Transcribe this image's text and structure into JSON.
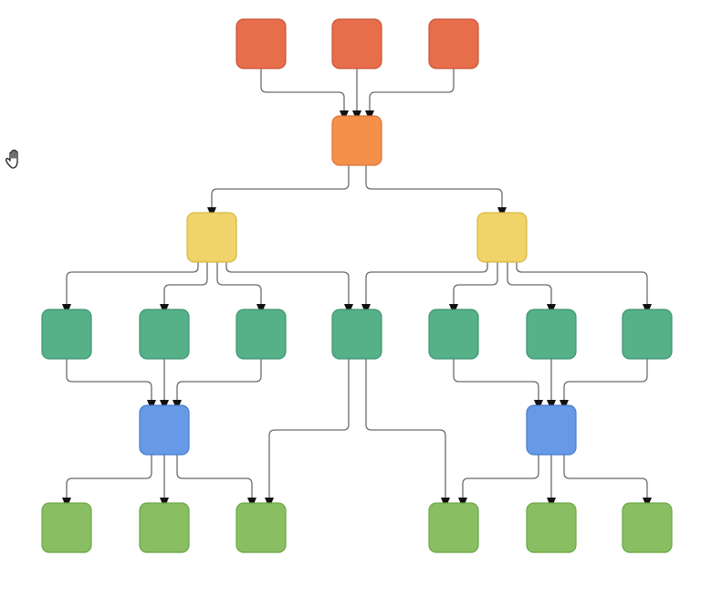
{
  "colors": {
    "top": {
      "fill": "#e66e4b",
      "stroke": "#c9553a"
    },
    "root": {
      "fill": "#f4904a",
      "stroke": "#d9743a"
    },
    "branch": {
      "fill": "#f0d469",
      "stroke": "#d6b743"
    },
    "mid": {
      "fill": "#56b088",
      "stroke": "#3f9572"
    },
    "hub": {
      "fill": "#6699e6",
      "stroke": "#4a7ccc"
    },
    "leaf": {
      "fill": "#8abe63",
      "stroke": "#6aa645"
    },
    "edge": "#6b6b6b",
    "arrow": "#111111"
  },
  "cursor_icon": "hand-pan-icon",
  "nodes": [
    {
      "id": "t1",
      "kind": "top"
    },
    {
      "id": "t2",
      "kind": "top"
    },
    {
      "id": "t3",
      "kind": "top"
    },
    {
      "id": "r",
      "kind": "root"
    },
    {
      "id": "yL",
      "kind": "branch"
    },
    {
      "id": "yR",
      "kind": "branch"
    },
    {
      "id": "m1",
      "kind": "mid"
    },
    {
      "id": "m2",
      "kind": "mid"
    },
    {
      "id": "m3",
      "kind": "mid"
    },
    {
      "id": "m4",
      "kind": "mid"
    },
    {
      "id": "m5",
      "kind": "mid"
    },
    {
      "id": "m6",
      "kind": "mid"
    },
    {
      "id": "m7",
      "kind": "mid"
    },
    {
      "id": "bL",
      "kind": "hub"
    },
    {
      "id": "bR",
      "kind": "hub"
    },
    {
      "id": "l1",
      "kind": "leaf"
    },
    {
      "id": "l2",
      "kind": "leaf"
    },
    {
      "id": "l3",
      "kind": "leaf"
    },
    {
      "id": "l4",
      "kind": "leaf"
    },
    {
      "id": "l5",
      "kind": "leaf"
    },
    {
      "id": "l6",
      "kind": "leaf"
    }
  ],
  "edges": [
    {
      "from": "t1",
      "to": "r"
    },
    {
      "from": "t2",
      "to": "r"
    },
    {
      "from": "t3",
      "to": "r"
    },
    {
      "from": "r",
      "to": "yL"
    },
    {
      "from": "r",
      "to": "yR"
    },
    {
      "from": "yL",
      "to": "m1"
    },
    {
      "from": "yL",
      "to": "m2"
    },
    {
      "from": "yL",
      "to": "m3"
    },
    {
      "from": "yL",
      "to": "m4"
    },
    {
      "from": "yR",
      "to": "m4"
    },
    {
      "from": "yR",
      "to": "m5"
    },
    {
      "from": "yR",
      "to": "m6"
    },
    {
      "from": "yR",
      "to": "m7"
    },
    {
      "from": "m1",
      "to": "bL"
    },
    {
      "from": "m2",
      "to": "bL"
    },
    {
      "from": "m3",
      "to": "bL"
    },
    {
      "from": "m5",
      "to": "bR"
    },
    {
      "from": "m6",
      "to": "bR"
    },
    {
      "from": "m7",
      "to": "bR"
    },
    {
      "from": "m4",
      "to": "l3"
    },
    {
      "from": "m4",
      "to": "l4"
    },
    {
      "from": "bL",
      "to": "l1"
    },
    {
      "from": "bL",
      "to": "l2"
    },
    {
      "from": "bL",
      "to": "l3"
    },
    {
      "from": "bR",
      "to": "l4"
    },
    {
      "from": "bR",
      "to": "l5"
    },
    {
      "from": "bR",
      "to": "l6"
    }
  ]
}
